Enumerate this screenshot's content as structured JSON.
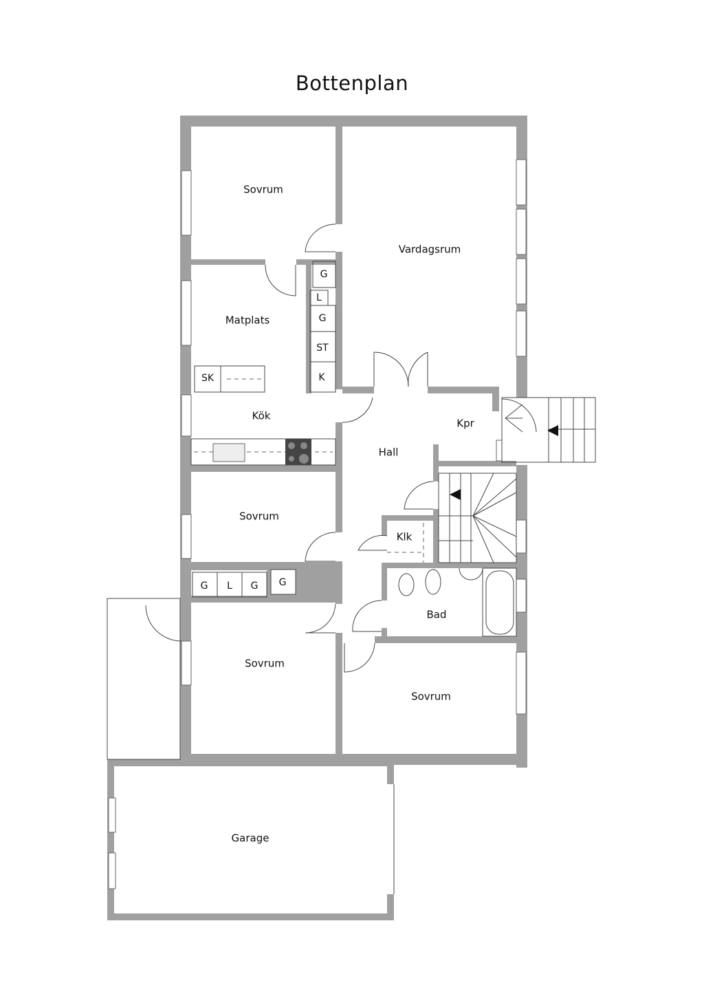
{
  "title": "Bottenplan",
  "rooms": {
    "sovrum_1": "Sovrum",
    "vardagsrum": "Vardagsrum",
    "matplats": "Matplats",
    "kok": "Kök",
    "hall": "Hall",
    "kpr": "Kpr",
    "sovrum_2": "Sovrum",
    "klk": "Klk",
    "bad": "Bad",
    "sovrum_3": "Sovrum",
    "sovrum_4": "Sovrum",
    "garage": "Garage"
  },
  "fixtures": {
    "kitchen_column": [
      "G",
      "L",
      "G",
      "ST",
      "K"
    ],
    "island": "SK",
    "closets": [
      "G",
      "L",
      "G",
      "G"
    ]
  },
  "colors": {
    "wall": "#a0a0a0",
    "line": "#444444",
    "background": "#ffffff"
  }
}
